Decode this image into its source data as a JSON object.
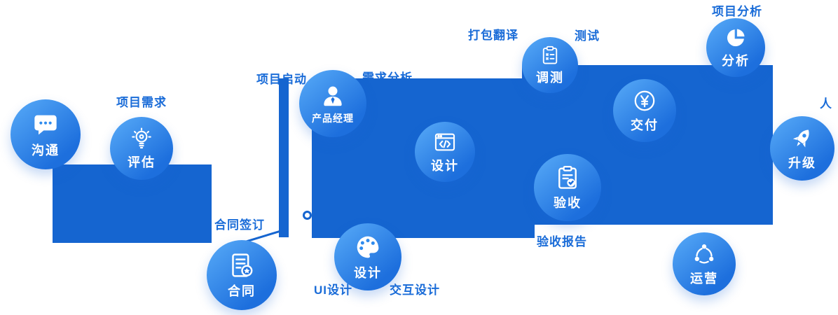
{
  "palette": {
    "panel_blue": "#1565d0",
    "caption_blue": "#1a6cd8",
    "circle_gradient_light": "#58abf8",
    "circle_gradient_dark": "#1d6fdd",
    "icon_white": "#ffffff"
  },
  "nodes": [
    {
      "label": "沟通",
      "icon": "chat-icon"
    },
    {
      "label": "评估",
      "icon": "lightbulb-icon"
    },
    {
      "label": "合同",
      "icon": "contract-icon"
    },
    {
      "label": "产品经理",
      "icon": "person-icon"
    },
    {
      "label": "设计",
      "icon": "code-window-icon"
    },
    {
      "label": "设计",
      "icon": "palette-icon"
    },
    {
      "label": "调测",
      "icon": "clipboard-list-icon"
    },
    {
      "label": "验收",
      "icon": "clipboard-check-icon"
    },
    {
      "label": "交付",
      "icon": "yen-coin-icon"
    },
    {
      "label": "分析",
      "icon": "pie-chart-icon"
    },
    {
      "label": "运营",
      "icon": "network-icon"
    },
    {
      "label": "升级",
      "icon": "rocket-icon"
    }
  ],
  "captions": [
    {
      "text": "项目需求"
    },
    {
      "text": "合同签订"
    },
    {
      "text": "项目启动"
    },
    {
      "text": "需求分析"
    },
    {
      "text": "打包翻译"
    },
    {
      "text": "测试"
    },
    {
      "text": "验收报告"
    },
    {
      "text": "UI设计"
    },
    {
      "text": "交互设计"
    },
    {
      "text": "项目分析"
    },
    {
      "text": "人"
    }
  ]
}
